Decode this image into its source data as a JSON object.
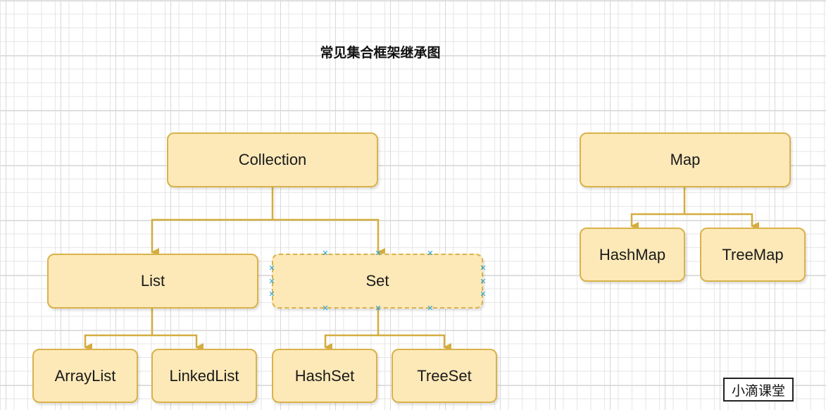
{
  "diagram": {
    "title": "常见集合框架继承图",
    "nodes": {
      "collection": "Collection",
      "list": "List",
      "set": "Set",
      "array_list": "ArrayList",
      "linked_list": "LinkedList",
      "hash_set": "HashSet",
      "tree_set": "TreeSet",
      "map": "Map",
      "hash_map": "HashMap",
      "tree_map": "TreeMap"
    },
    "edges": [
      {
        "from": "Collection",
        "to": "List"
      },
      {
        "from": "Collection",
        "to": "Set"
      },
      {
        "from": "List",
        "to": "ArrayList"
      },
      {
        "from": "List",
        "to": "LinkedList"
      },
      {
        "from": "Set",
        "to": "HashSet"
      },
      {
        "from": "Set",
        "to": "TreeSet"
      },
      {
        "from": "Map",
        "to": "HashMap"
      },
      {
        "from": "Map",
        "to": "TreeMap"
      }
    ],
    "selected_node": "Set"
  },
  "watermark": "小滴课堂",
  "colors": {
    "node_fill": "#fde9b8",
    "node_border": "#d9b24a",
    "connector": "#d4ad3f",
    "selection_handle": "#29a3d6"
  }
}
